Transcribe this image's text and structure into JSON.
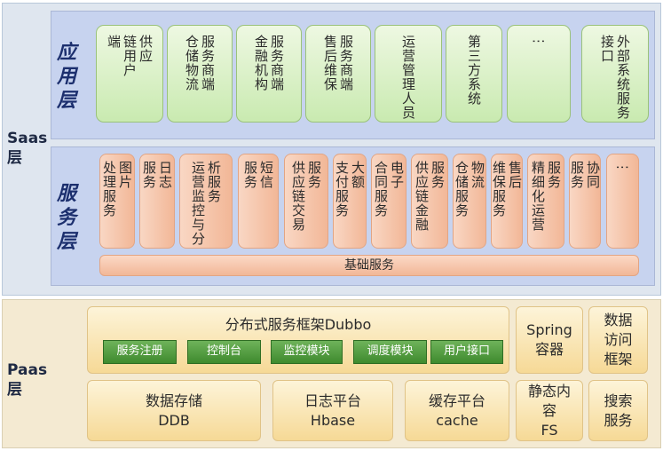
{
  "saas": {
    "label": "Saas\n层",
    "app_layer": {
      "label": "应用层",
      "boxes": [
        {
          "cols": [
            "供应",
            "链用户",
            "端"
          ]
        },
        {
          "cols": [
            "服务商端",
            "仓储物流"
          ]
        },
        {
          "cols": [
            "服务商端",
            "金融机构"
          ]
        },
        {
          "cols": [
            "服务商端",
            "售后维保"
          ]
        },
        {
          "cols": [
            "运营管理人员"
          ]
        },
        {
          "cols": [
            "第三方系统"
          ]
        },
        {
          "cols": [
            "⋮"
          ]
        },
        {
          "cols": [
            "外部系统服务",
            "接口"
          ]
        }
      ]
    },
    "service_layer": {
      "label": "服务层",
      "boxes": [
        {
          "cols": [
            "图片",
            "处理服务"
          ]
        },
        {
          "cols": [
            "日志",
            "服务"
          ]
        },
        {
          "cols": [
            "析服务",
            "运营监控与分"
          ]
        },
        {
          "cols": [
            "短信",
            "服务"
          ]
        },
        {
          "cols": [
            "服务",
            "供应链交易"
          ]
        },
        {
          "cols": [
            "大额",
            "支付服务"
          ]
        },
        {
          "cols": [
            "电子",
            "合同服务"
          ]
        },
        {
          "cols": [
            "服务",
            "供应链金融"
          ]
        },
        {
          "cols": [
            "物流",
            "仓储服务"
          ]
        },
        {
          "cols": [
            "售后",
            "维保服务"
          ]
        },
        {
          "cols": [
            "服务",
            "精细化运营"
          ]
        },
        {
          "cols": [
            "协同",
            "服务"
          ]
        },
        {
          "cols": [
            "⋮"
          ]
        }
      ],
      "base": "基础服务"
    }
  },
  "paas": {
    "label": "Paas\n层",
    "dubbo": {
      "title": "分布式服务框架Dubbo",
      "modules": [
        "服务注册",
        "控制台",
        "监控模块",
        "调度模块",
        "用户接口"
      ]
    },
    "spring": {
      "lines": [
        "Spring",
        "容器"
      ]
    },
    "data_access": {
      "lines": [
        "数据",
        "访问",
        "框架"
      ]
    },
    "ddb": {
      "lines": [
        "数据存储",
        "DDB"
      ]
    },
    "hbase": {
      "lines": [
        "日志平台",
        "Hbase"
      ]
    },
    "cache": {
      "lines": [
        "缓存平台",
        "cache"
      ]
    },
    "fs": {
      "lines": [
        "静态内",
        "容",
        "FS"
      ]
    },
    "search": {
      "lines": [
        "搜索",
        "服务"
      ]
    }
  }
}
